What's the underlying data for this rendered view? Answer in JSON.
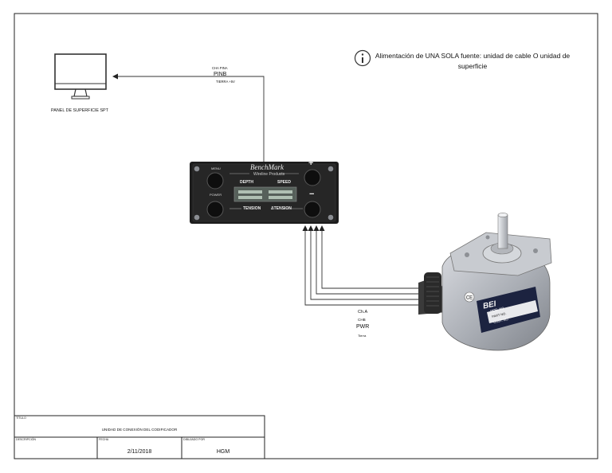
{
  "monitor": {
    "label": "PANEL DE SUPERFICIE SPT"
  },
  "top_cable": {
    "labels": [
      "CHA PINA",
      "PINB",
      "TIERRA +5V"
    ]
  },
  "note": {
    "icon": "info-icon",
    "text": "Alimentación de UNA SOLA fuente: unidad de cable O unidad de superficie"
  },
  "controller": {
    "brand": "BenchMark",
    "subtitle": "Wireline Products",
    "button_labels": {
      "menu": "MENU",
      "power": "POWER",
      "plus": "+",
      "minus": "−"
    },
    "display_labels": {
      "depth": "DEPTH",
      "speed": "SPEED",
      "tension": "TENSION",
      "delta_tension": "ΔTENSION"
    }
  },
  "encoder": {
    "brand": "BEI",
    "plate_rows": [
      "MOD. NO.",
      "PART NO.",
      "CUST. NO."
    ]
  },
  "encoder_cable": {
    "labels": [
      "Ch.A",
      "CHB",
      "PWR",
      "Tierra"
    ]
  },
  "title_block": {
    "titulo_label": "TÍTULO",
    "titulo_value": "UNIDAD DE CONEXIÓN DEL CODIFICADOR",
    "descripcion_label": "DESCRIPCIÓN",
    "fecha_label": "FECHA",
    "fecha_value": "2/11/2018",
    "dibujado_label": "DIBUJADO POR",
    "dibujado_value": "HGM"
  },
  "colors": {
    "line": "#333333",
    "panel": "#1c1c1c",
    "encoder_body": "#b9bcc2"
  }
}
